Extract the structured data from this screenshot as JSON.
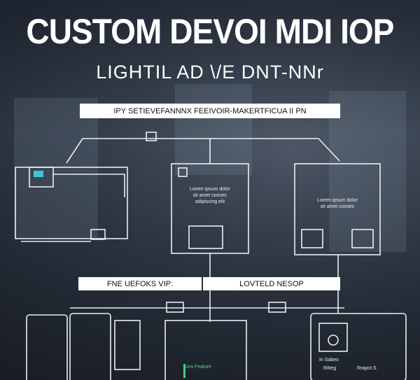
{
  "header": {
    "title": "CUSTOM DEVOI MDI IOP",
    "subtitle": "LIGHTIL AD \\/E DNT-NNr"
  },
  "banner": {
    "text": "IPY SETIEVEFANNNX FEEIVOIR-MAKERTFICUA II PN"
  },
  "sections": {
    "left_label": "FNE UEFOKS VIP:",
    "right_label": "LOVTELD NESOP"
  },
  "devices": {
    "center_top": {
      "lines": [
        "Lorem ipsum dolor",
        "sit amet consec",
        "adipiscing elit"
      ]
    },
    "right_top": {
      "lines": [
        "Lorem ipsum dolor",
        "sit amet consec"
      ]
    },
    "center_bottom": {
      "footer": "Lora Feature"
    },
    "right_bottom": {
      "line1": "In Sabeo",
      "line2a": "Ritteg",
      "line2b": "Rrapot S"
    }
  },
  "colors": {
    "line": "#e9eef4",
    "accent_cyan": "#3fc6d6",
    "accent_green": "#39d27a"
  }
}
